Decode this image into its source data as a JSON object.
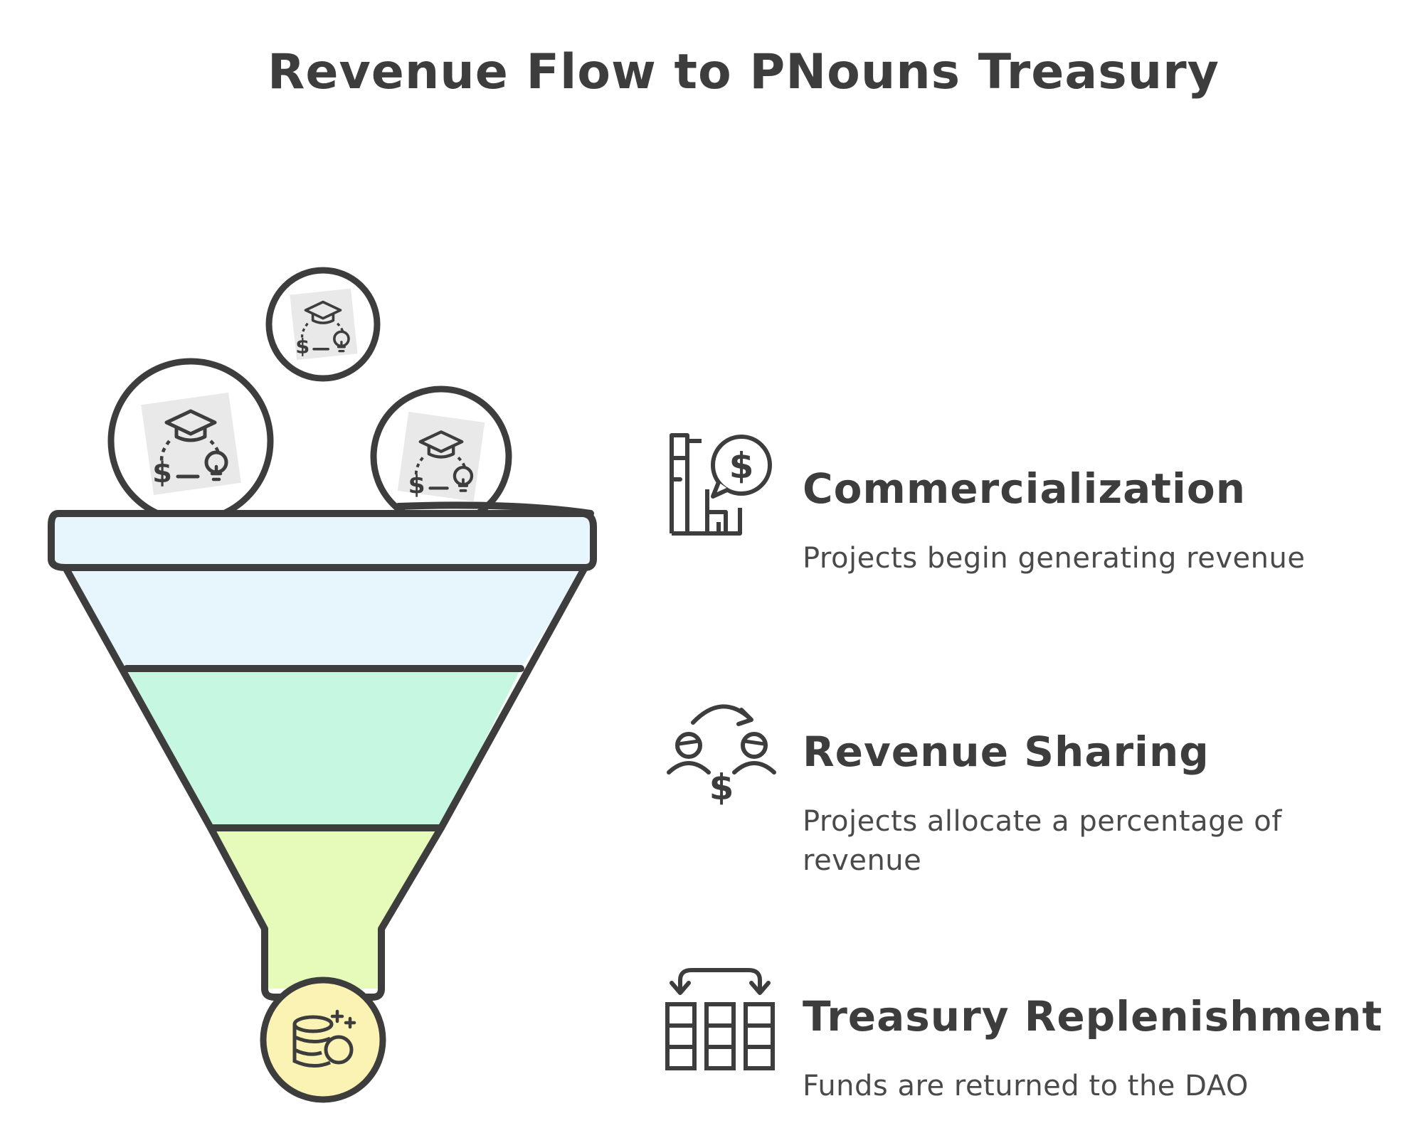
{
  "title": "Revenue Flow to PNouns Treasury",
  "colors": {
    "stroke": "#3d3d3d",
    "layer1": "#e6f6fc",
    "layer2": "#c6f7e0",
    "layer3": "#e6fbb9",
    "outlet": "#fbf3b4",
    "coin": "#e9e9e9"
  },
  "steps": [
    {
      "icon": "building-dollar-icon",
      "title": "Commercialization",
      "description": "Projects begin generating revenue"
    },
    {
      "icon": "people-exchange-dollar-icon",
      "title": "Revenue Sharing",
      "description": "Projects allocate a percentage of revenue"
    },
    {
      "icon": "treasury-columns-icon",
      "title": "Treasury Replenishment",
      "description": "Funds are returned to the DAO"
    }
  ],
  "funnel": {
    "inputs_icon": "graduation-dollar-idea-icon",
    "output_icon": "coins-sparkle-icon"
  }
}
